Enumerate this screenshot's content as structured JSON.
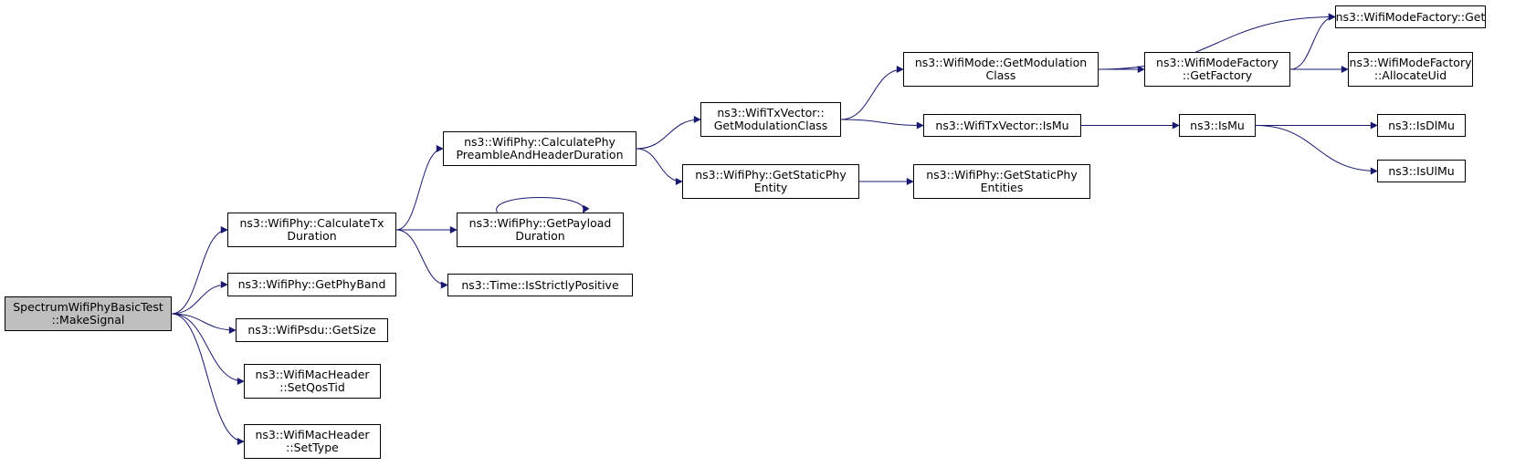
{
  "colors": {
    "edge": "#191970",
    "root_fill": "#bfbfbf",
    "node_fill": "#ffffff",
    "border": "#000000"
  },
  "nodes": [
    {
      "id": "make-signal",
      "label": "SpectrumWifiPhyBasicTest\n::MakeSignal",
      "root": true
    },
    {
      "id": "calculate-tx-duration",
      "label": "ns3::WifiPhy::CalculateTx\nDuration"
    },
    {
      "id": "get-phy-band",
      "label": "ns3::WifiPhy::GetPhyBand"
    },
    {
      "id": "get-size",
      "label": "ns3::WifiPsdu::GetSize"
    },
    {
      "id": "set-qos-tid",
      "label": "ns3::WifiMacHeader\n::SetQosTid"
    },
    {
      "id": "set-type",
      "label": "ns3::WifiMacHeader\n::SetType"
    },
    {
      "id": "calculate-phy-preamble",
      "label": "ns3::WifiPhy::CalculatePhy\nPreambleAndHeaderDuration"
    },
    {
      "id": "get-payload-duration",
      "label": "ns3::WifiPhy::GetPayload\nDuration"
    },
    {
      "id": "is-strictly-positive",
      "label": "ns3::Time::IsStrictlyPositive"
    },
    {
      "id": "txvector-get-modulation-class",
      "label": "ns3::WifiTxVector::\nGetModulationClass"
    },
    {
      "id": "get-static-phy-entity",
      "label": "ns3::WifiPhy::GetStaticPhy\nEntity"
    },
    {
      "id": "mode-get-modulation-class",
      "label": "ns3::WifiMode::GetModulation\nClass"
    },
    {
      "id": "txvector-is-mu",
      "label": "ns3::WifiTxVector::IsMu"
    },
    {
      "id": "get-static-phy-entities",
      "label": "ns3::WifiPhy::GetStaticPhy\nEntities"
    },
    {
      "id": "mode-factory-get-factory",
      "label": "ns3::WifiModeFactory\n::GetFactory"
    },
    {
      "id": "is-mu",
      "label": "ns3::IsMu"
    },
    {
      "id": "mode-factory-get",
      "label": "ns3::WifiModeFactory::Get"
    },
    {
      "id": "mode-factory-allocate-uid",
      "label": "ns3::WifiModeFactory\n::AllocateUid"
    },
    {
      "id": "is-dl-mu",
      "label": "ns3::IsDlMu"
    },
    {
      "id": "is-ul-mu",
      "label": "ns3::IsUlMu"
    }
  ],
  "edges": [
    {
      "from": "make-signal",
      "to": "calculate-tx-duration"
    },
    {
      "from": "make-signal",
      "to": "get-phy-band"
    },
    {
      "from": "make-signal",
      "to": "get-size"
    },
    {
      "from": "make-signal",
      "to": "set-qos-tid"
    },
    {
      "from": "make-signal",
      "to": "set-type"
    },
    {
      "from": "calculate-tx-duration",
      "to": "calculate-phy-preamble"
    },
    {
      "from": "calculate-tx-duration",
      "to": "get-payload-duration"
    },
    {
      "from": "calculate-tx-duration",
      "to": "is-strictly-positive"
    },
    {
      "from": "get-payload-duration",
      "to": "get-payload-duration"
    },
    {
      "from": "calculate-phy-preamble",
      "to": "txvector-get-modulation-class"
    },
    {
      "from": "calculate-phy-preamble",
      "to": "get-static-phy-entity"
    },
    {
      "from": "txvector-get-modulation-class",
      "to": "mode-get-modulation-class"
    },
    {
      "from": "txvector-get-modulation-class",
      "to": "txvector-is-mu"
    },
    {
      "from": "get-static-phy-entity",
      "to": "get-static-phy-entities"
    },
    {
      "from": "mode-get-modulation-class",
      "to": "mode-factory-get"
    },
    {
      "from": "mode-get-modulation-class",
      "to": "mode-factory-get-factory"
    },
    {
      "from": "mode-factory-get-factory",
      "to": "mode-factory-get"
    },
    {
      "from": "mode-factory-get-factory",
      "to": "mode-factory-allocate-uid"
    },
    {
      "from": "txvector-is-mu",
      "to": "is-mu"
    },
    {
      "from": "is-mu",
      "to": "is-dl-mu"
    },
    {
      "from": "is-mu",
      "to": "is-ul-mu"
    }
  ]
}
